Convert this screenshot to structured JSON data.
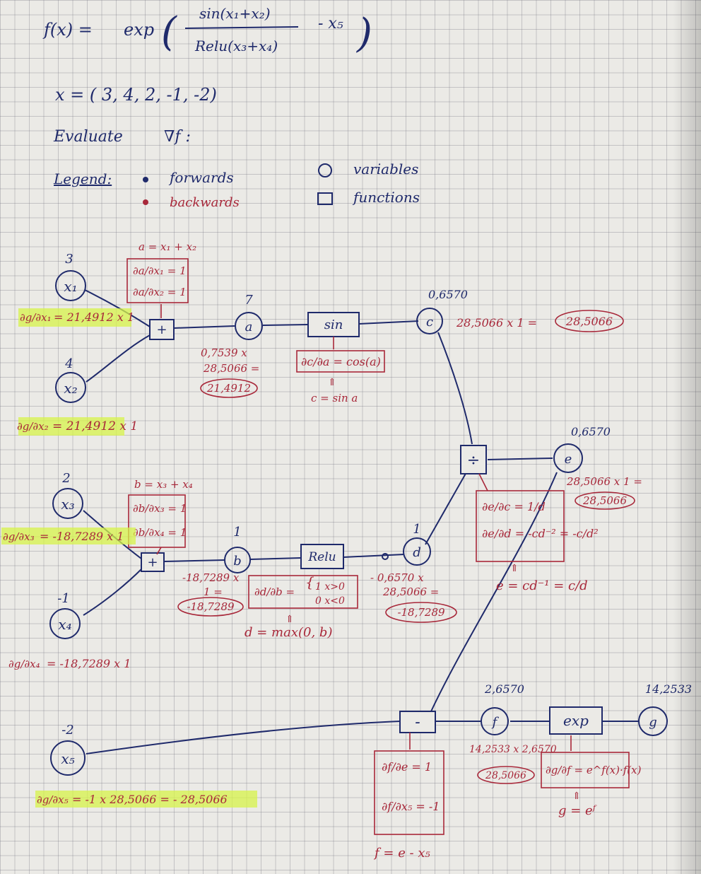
{
  "header": {
    "formula_lhs": "f(x) =",
    "formula_exp": "exp",
    "formula_num": "sin(x₁+x₂)",
    "formula_den": "Relu(x₃+x₄)",
    "formula_tail": "- x₅",
    "x_vector": "x = ( 3, 4, 2, -1, -2)",
    "evaluate": "Evaluate",
    "evaluate_grad": "∇f :"
  },
  "legend": {
    "title": "Legend:",
    "forwards": "forwards",
    "backwards": "backwards",
    "variables": "variables",
    "functions": "functions"
  },
  "nodes": {
    "x1": "x₁",
    "x2": "x₂",
    "x3": "x₃",
    "x4": "x₄",
    "x5": "x₅",
    "a": "a",
    "b": "b",
    "c": "c",
    "d": "d",
    "e": "e",
    "f": "f",
    "g": "g",
    "plus1": "+",
    "plus2": "+",
    "sin": "sin",
    "relu": "Relu",
    "div": "÷",
    "minus": "-",
    "exp": "exp"
  },
  "forward": {
    "x1": "3",
    "x2": "4",
    "x3": "2",
    "x4": "-1",
    "x5": "-2",
    "a": "7",
    "b": "1",
    "c": "0,6570",
    "d": "1",
    "e": "0,6570",
    "f": "2,6570",
    "g": "14,2533"
  },
  "backward": {
    "a_def": "a = x₁ + x₂",
    "a_loc1": "∂a/∂x₁ = 1",
    "a_loc2": "∂a/∂x₂ = 1",
    "b_def": "b = x₃ + x₄",
    "b_loc1": "∂b/∂x₃ = 1",
    "b_loc2": "∂b/∂x₄ = 1",
    "c_loc": "∂c/∂a = cos(a)",
    "c_def": "c = sin a",
    "d_loc_lhs": "∂d/∂b =",
    "d_loc_case1": "1   x>0",
    "d_loc_case0": "0   x<0",
    "d_def": "d = max(0, b)",
    "e_loc1": "∂e/∂c = 1/d",
    "e_loc2": "∂e/∂d = -cd⁻² = -c/d²",
    "e_def": "e = cd⁻¹ = c/d",
    "f_loc1": "∂f/∂e = 1",
    "f_loc2": "∂f/∂x₅ = -1",
    "f_def": "f = e - x₅",
    "g_loc": "∂g/∂f = e^f(x)·f(x)",
    "g_def": "g = eᶠ",
    "grad_c": "28,5066 x 1 =",
    "grad_c_val": "28,5066",
    "grad_e": "28,5066 x 1 =",
    "grad_e_val": "28,5066",
    "grad_a_1": "0,7539 x",
    "grad_a_2": "28,5066 =",
    "grad_a_val": "21,4912",
    "grad_b_1": "-18,7289 x",
    "grad_b_2": "1 =",
    "grad_b_val": "-18,7289",
    "grad_d_1": "- 0,6570 x",
    "grad_d_2": "28,5066 =",
    "grad_d_val": "-18,7289",
    "grad_f_1": "14,2533 x 2,6570",
    "grad_f_val": "28,5066",
    "dx1_lhs": "∂g/∂x₁",
    "dx1": "= 21,4912 x 1",
    "dx2_lhs": "∂g/∂x₂",
    "dx2": "= 21,4912 x 1",
    "dx3_lhs": "∂g/∂x₃",
    "dx3": "= -18,7289 x 1",
    "dx4_lhs": "∂g/∂x₄",
    "dx4": "= -18,7289 x 1",
    "dx5_lhs": "∂g/∂x₅",
    "dx5": "= -1 x 28,5066 = - 28,5066"
  },
  "colors": {
    "ink": "#1f2a6b",
    "red": "#a8283a",
    "highlight": "#d7f34a"
  }
}
